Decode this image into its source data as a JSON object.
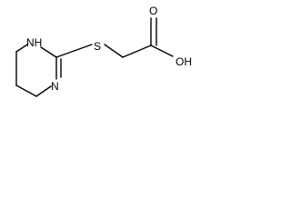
{
  "molecule": {
    "atoms": {
      "nh": "NH",
      "n": "N",
      "s": "S",
      "o": "O",
      "oh": "OH"
    }
  }
}
